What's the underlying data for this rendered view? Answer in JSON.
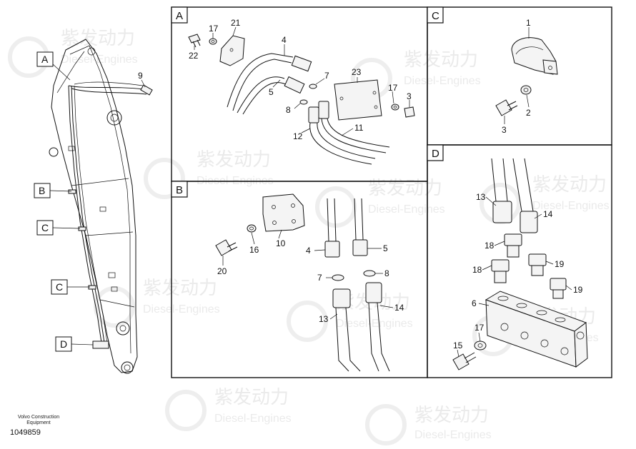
{
  "watermark": {
    "cn_text": "紫发动力",
    "en_text": "Diesel-Engines"
  },
  "footer": {
    "brand_line1": "Volvo Construction",
    "brand_line2": "Equipment",
    "part_number": "1049859"
  },
  "overview": {
    "labels": {
      "A": "A",
      "B": "B",
      "C1": "C",
      "C2": "C",
      "D": "D"
    },
    "callout_9": "9"
  },
  "panels": {
    "A": {
      "letter": "A",
      "callouts": {
        "c21": "21",
        "c17a": "17",
        "c22": "22",
        "c4": "4",
        "c7": "7",
        "c5": "5",
        "c23": "23",
        "c8": "8",
        "c17b": "17",
        "c3": "3",
        "c12": "12",
        "c11": "11"
      }
    },
    "B": {
      "letter": "B",
      "callouts": {
        "c16": "16",
        "c10": "10",
        "c20": "20",
        "c4": "4",
        "c5": "5",
        "c7": "7",
        "c8": "8",
        "c13": "13",
        "c14": "14"
      }
    },
    "C": {
      "letter": "C",
      "callouts": {
        "c1": "1",
        "c2": "2",
        "c3": "3"
      }
    },
    "D": {
      "letter": "D",
      "callouts": {
        "c13": "13",
        "c14": "14",
        "c18a": "18",
        "c18b": "18",
        "c19a": "19",
        "c19b": "19",
        "c6": "6",
        "c17": "17",
        "c15": "15"
      }
    }
  }
}
